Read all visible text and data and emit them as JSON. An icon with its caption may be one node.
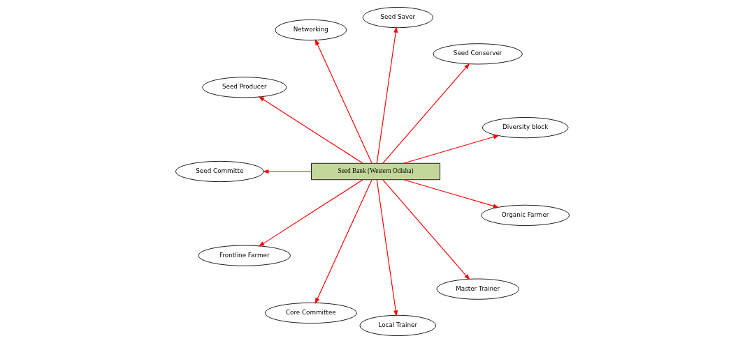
{
  "diagram": {
    "nodes": [
      {
        "text": [
          "Seed Bank (Western Odisha)"
        ]
      },
      {
        "text": [
          "Diversity block"
        ]
      },
      {
        "text": [
          "Seed Conserver"
        ]
      },
      {
        "text": [
          "Seed Saver"
        ]
      },
      {
        "text": [
          "Networking"
        ]
      },
      {
        "text": [
          "Seed Producer"
        ]
      },
      {
        "text": [
          "Seed Committe"
        ]
      },
      {
        "text": [
          "Frontline Farmer"
        ]
      },
      {
        "text": [
          "Core Committee"
        ]
      },
      {
        "text": [
          "Local Trainer"
        ]
      },
      {
        "text": [
          "Master Trainer"
        ]
      },
      {
        "text": [
          "Organic Farmer"
        ]
      }
    ],
    "edges": [
      {
        "from": 0,
        "to": 1,
        "arrow": "to"
      },
      {
        "from": 0,
        "to": 2,
        "arrow": "to"
      },
      {
        "from": 0,
        "to": 3,
        "arrow": "to"
      },
      {
        "from": 0,
        "to": 4,
        "arrow": "to"
      },
      {
        "from": 0,
        "to": 5,
        "arrow": "to"
      },
      {
        "from": 0,
        "to": 6,
        "arrow": "to"
      },
      {
        "from": 0,
        "to": 7,
        "arrow": "to"
      },
      {
        "from": 0,
        "to": 8,
        "arrow": "to"
      },
      {
        "from": 0,
        "to": 9,
        "arrow": "to"
      },
      {
        "from": 0,
        "to": 10,
        "arrow": "to"
      },
      {
        "from": 0,
        "to": 11,
        "arrow": "to"
      }
    ]
  }
}
